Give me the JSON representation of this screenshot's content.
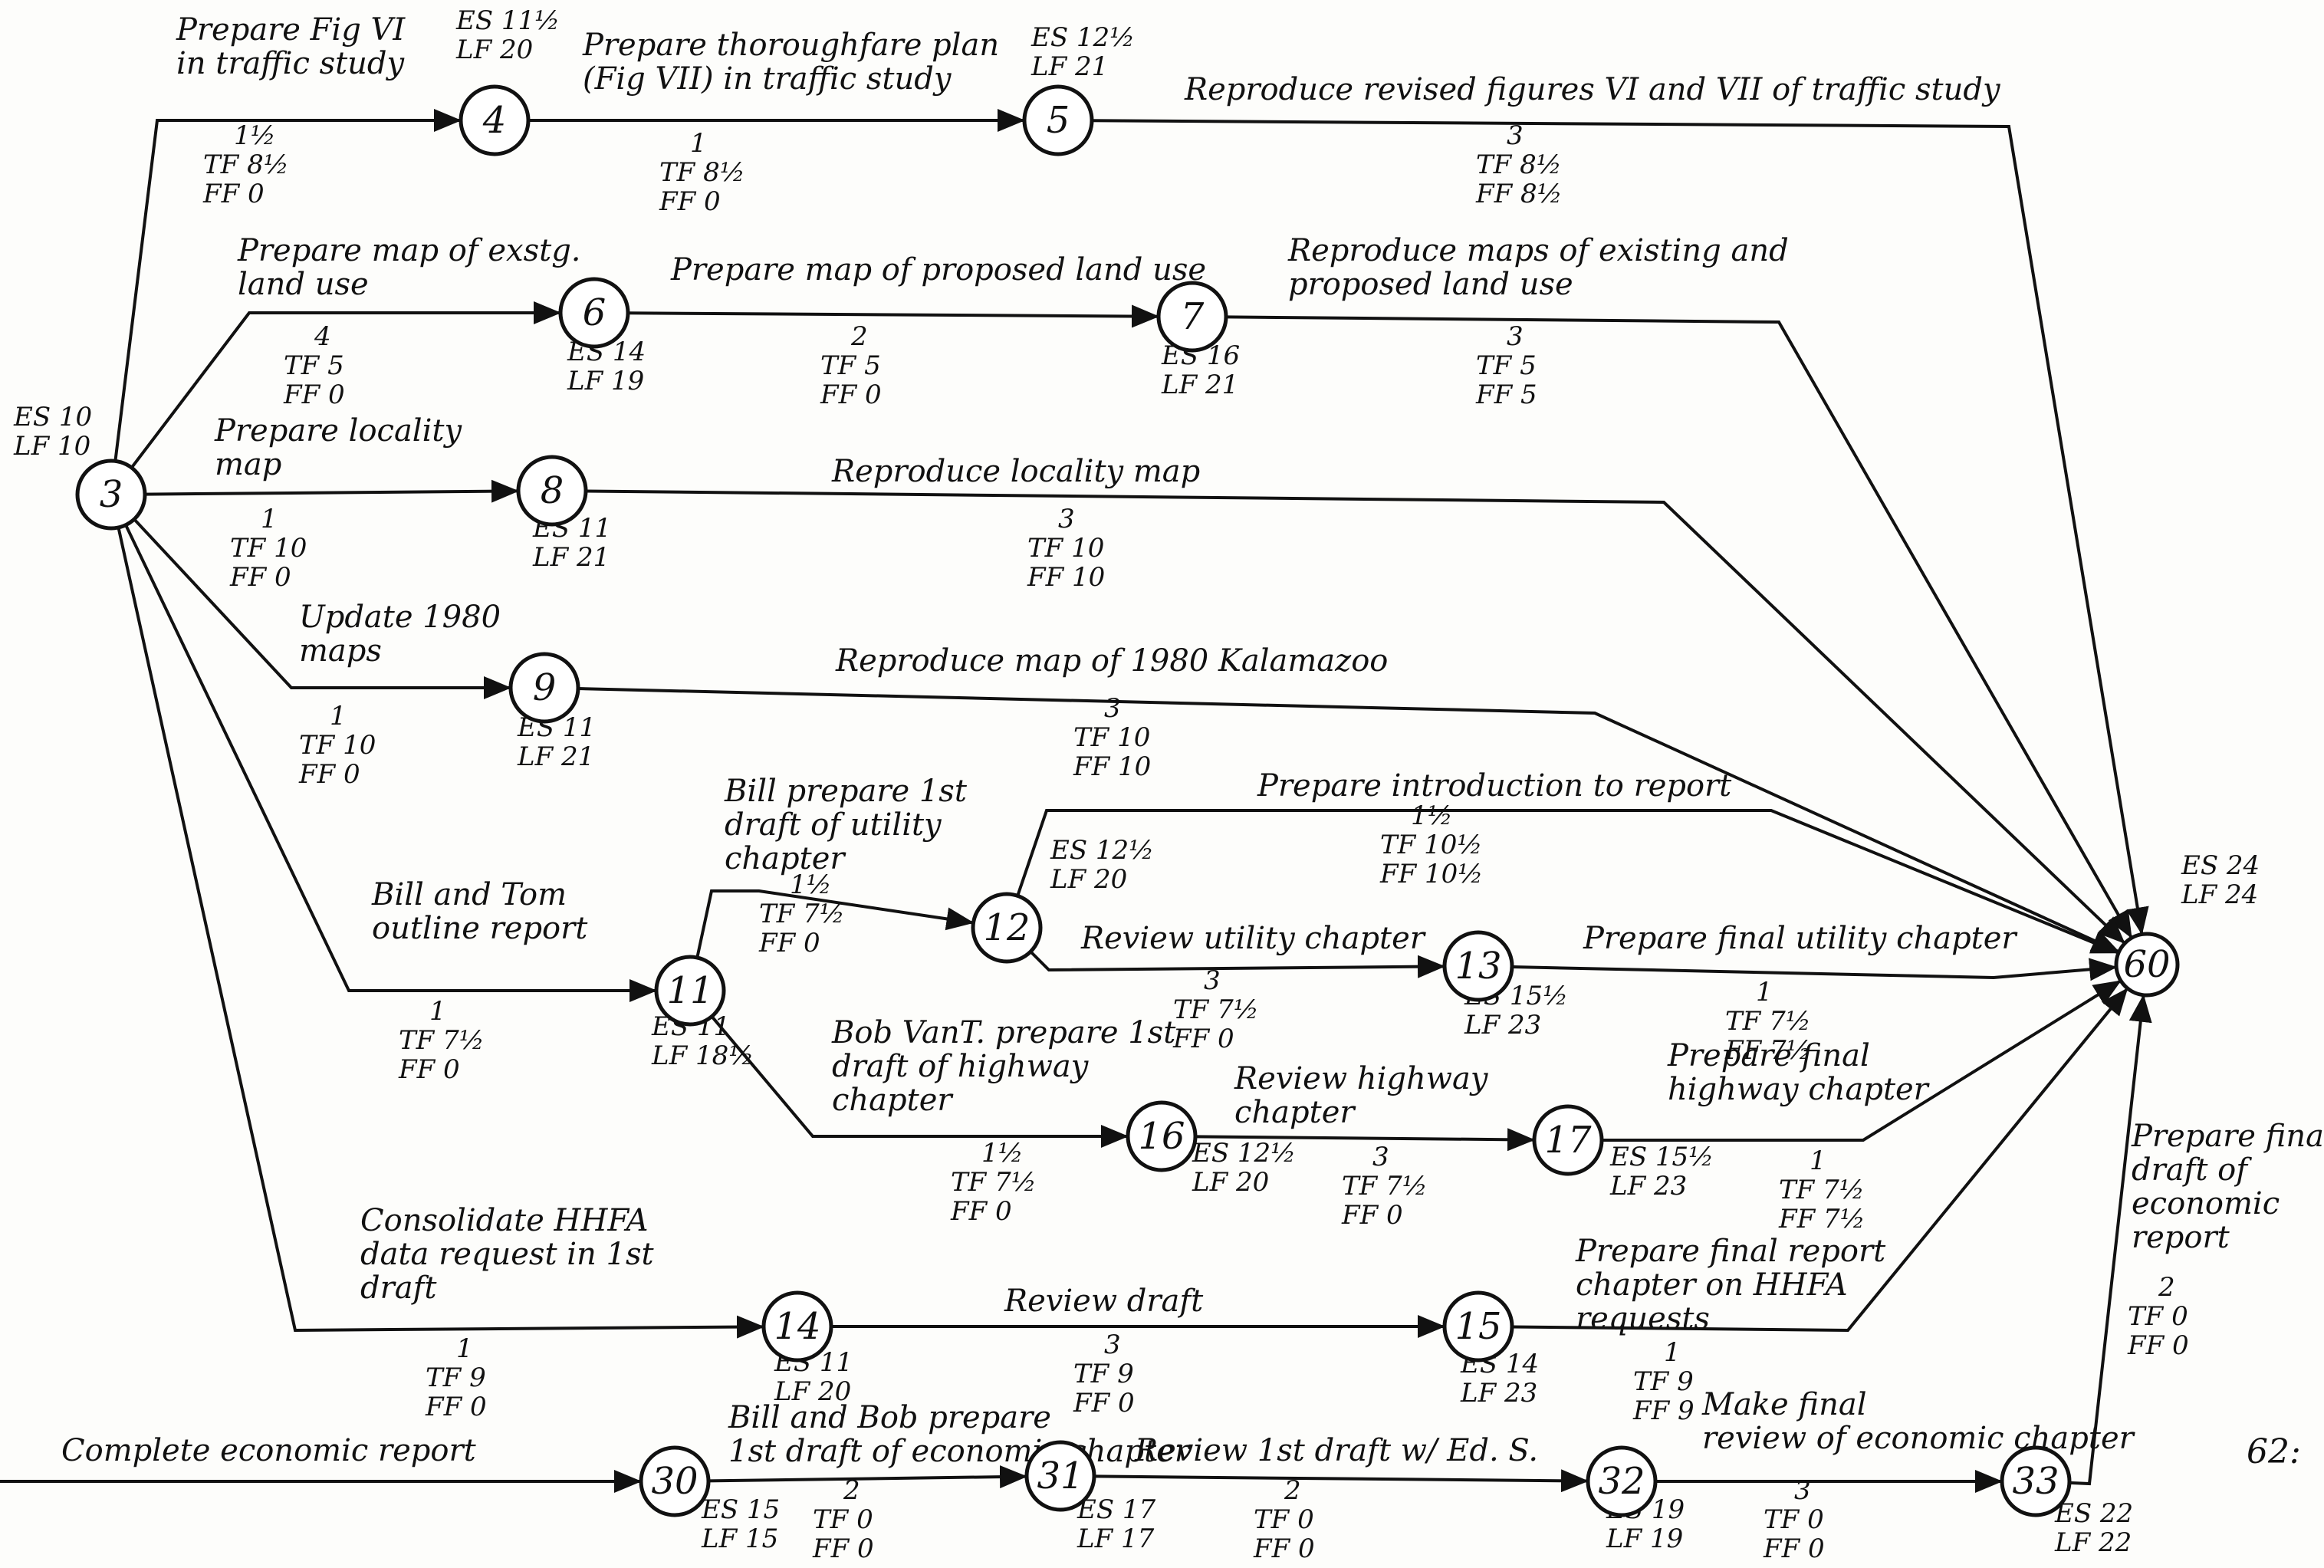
{
  "page_number": "62:",
  "nodes": [
    {
      "id": "3",
      "es": "10",
      "lf": "10"
    },
    {
      "id": "4",
      "es": "11½",
      "lf": "20"
    },
    {
      "id": "5",
      "es": "12½",
      "lf": "21"
    },
    {
      "id": "6",
      "es": "14",
      "lf": "19"
    },
    {
      "id": "7",
      "es": "16",
      "lf": "21"
    },
    {
      "id": "8",
      "es": "11",
      "lf": "21"
    },
    {
      "id": "9",
      "es": "11",
      "lf": "21"
    },
    {
      "id": "11",
      "es": "11",
      "lf": "18½"
    },
    {
      "id": "12",
      "es": "12½",
      "lf": "20"
    },
    {
      "id": "13",
      "es": "15½",
      "lf": "23"
    },
    {
      "id": "14",
      "es": "11",
      "lf": "20"
    },
    {
      "id": "15",
      "es": "14",
      "lf": "23"
    },
    {
      "id": "16",
      "es": "12½",
      "lf": "20"
    },
    {
      "id": "17",
      "es": "15½",
      "lf": "23"
    },
    {
      "id": "30",
      "es": "15",
      "lf": "15"
    },
    {
      "id": "31",
      "es": "17",
      "lf": "17"
    },
    {
      "id": "32",
      "es": "19",
      "lf": "19"
    },
    {
      "id": "33",
      "es": "22",
      "lf": "22"
    },
    {
      "id": "60",
      "es": "24",
      "lf": "24"
    }
  ],
  "activities": [
    {
      "from": "3",
      "to": "4",
      "label": [
        "Prepare Fig VI",
        "in traffic study"
      ],
      "duration": "1½",
      "tf": "8½",
      "ff": "0"
    },
    {
      "from": "4",
      "to": "5",
      "label": [
        "Prepare thoroughfare plan",
        "(Fig VII) in traffic study"
      ],
      "duration": "1",
      "tf": "8½",
      "ff": "0"
    },
    {
      "from": "5",
      "to": "60",
      "label": [
        "Reproduce revised figures VI and VII of traffic study"
      ],
      "duration": "3",
      "tf": "8½",
      "ff": "8½"
    },
    {
      "from": "3",
      "to": "6",
      "label": [
        "Prepare map of exstg.",
        "land use"
      ],
      "duration": "4",
      "tf": "5",
      "ff": "0"
    },
    {
      "from": "6",
      "to": "7",
      "label": [
        "Prepare map of proposed land use"
      ],
      "duration": "2",
      "tf": "5",
      "ff": "0"
    },
    {
      "from": "7",
      "to": "60",
      "label": [
        "Reproduce maps of existing and",
        "proposed land use"
      ],
      "duration": "3",
      "tf": "5",
      "ff": "5"
    },
    {
      "from": "3",
      "to": "8",
      "label": [
        "Prepare locality",
        "map"
      ],
      "duration": "1",
      "tf": "10",
      "ff": "0"
    },
    {
      "from": "8",
      "to": "60",
      "label": [
        "Reproduce locality map"
      ],
      "duration": "3",
      "tf": "10",
      "ff": "10"
    },
    {
      "from": "3",
      "to": "9",
      "label": [
        "Update 1980",
        "maps"
      ],
      "duration": "1",
      "tf": "10",
      "ff": "0"
    },
    {
      "from": "9",
      "to": "60",
      "label": [
        "Reproduce map of 1980 Kalamazoo"
      ],
      "duration": "3",
      "tf": "10",
      "ff": "10"
    },
    {
      "from": "3",
      "to": "11",
      "label": [
        "Bill and Tom",
        "outline report"
      ],
      "duration": "1",
      "tf": "7½",
      "ff": "0"
    },
    {
      "from": "11",
      "to": "12",
      "label": [
        "Bill prepare 1st",
        "draft of utility",
        "chapter"
      ],
      "duration": "1½",
      "tf": "7½",
      "ff": "0"
    },
    {
      "from": "12",
      "to": "60",
      "label": [
        "Prepare introduction to report"
      ],
      "duration": "1½",
      "tf": "10½",
      "ff": "10½"
    },
    {
      "from": "12",
      "to": "13",
      "label": [
        "Review utility chapter"
      ],
      "duration": "3",
      "tf": "7½",
      "ff": "0"
    },
    {
      "from": "13",
      "to": "60",
      "label": [
        "Prepare final utility chapter"
      ],
      "duration": "1",
      "tf": "7½",
      "ff": "7½"
    },
    {
      "from": "11",
      "to": "16",
      "label": [
        "Bob VanT. prepare 1st",
        "draft of highway",
        "chapter"
      ],
      "duration": "1½",
      "tf": "7½",
      "ff": "0"
    },
    {
      "from": "16",
      "to": "17",
      "label": [
        "Review highway",
        "chapter"
      ],
      "duration": "3",
      "tf": "7½",
      "ff": "0"
    },
    {
      "from": "17",
      "to": "60",
      "label": [
        "Prepare final",
        "highway chapter"
      ],
      "duration": "1",
      "tf": "7½",
      "ff": "7½"
    },
    {
      "from": "3",
      "to": "14",
      "label": [
        "Consolidate HHFA",
        "data request in 1st",
        "draft"
      ],
      "duration": "1",
      "tf": "9",
      "ff": "0"
    },
    {
      "from": "14",
      "to": "15",
      "label": [
        "Review draft"
      ],
      "duration": "3",
      "tf": "9",
      "ff": "0"
    },
    {
      "from": "15",
      "to": "60",
      "label": [
        "Prepare final report",
        "chapter on HHFA",
        "requests"
      ],
      "duration": "1",
      "tf": "9",
      "ff": "9"
    },
    {
      "from": "start",
      "to": "30",
      "label": [
        "Complete economic report"
      ],
      "duration": "",
      "tf": "",
      "ff": ""
    },
    {
      "from": "30",
      "to": "31",
      "label": [
        "Bill and Bob prepare",
        "1st draft of economic chapter"
      ],
      "duration": "2",
      "tf": "0",
      "ff": "0"
    },
    {
      "from": "31",
      "to": "32",
      "label": [
        "Review 1st draft w/ Ed. S."
      ],
      "duration": "2",
      "tf": "0",
      "ff": "0"
    },
    {
      "from": "32",
      "to": "33",
      "label": [
        "Make final",
        "review of economic chapter"
      ],
      "duration": "3",
      "tf": "0",
      "ff": "0"
    },
    {
      "from": "33",
      "to": "60",
      "label": [
        "Prepare final",
        "draft of",
        "economic",
        "report"
      ],
      "duration": "2",
      "tf": "0",
      "ff": "0"
    }
  ]
}
